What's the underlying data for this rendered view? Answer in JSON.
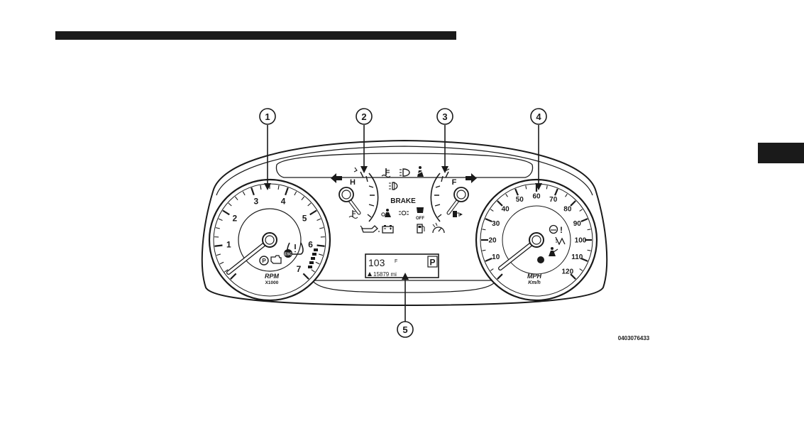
{
  "callouts": [
    "1",
    "2",
    "3",
    "4",
    "5"
  ],
  "tachometer": {
    "ticks": [
      "1",
      "2",
      "3",
      "4",
      "5",
      "6",
      "7"
    ],
    "unit": "RPM",
    "multiplier": "X1000"
  },
  "temperature_gauge": {
    "high_label": "H"
  },
  "fuel_gauge": {
    "full_label": "F"
  },
  "warning_text": {
    "brake": "BRAKE",
    "off": "OFF"
  },
  "speedometer": {
    "mph_ticks": [
      "10",
      "20",
      "30",
      "40",
      "50",
      "60",
      "70",
      "80",
      "90",
      "100",
      "110",
      "120"
    ],
    "unit": "MPH",
    "sub_unit": "Km/h"
  },
  "display": {
    "temperature": "103",
    "temperature_unit": "F",
    "gear": "P",
    "odometer": "15879 mi"
  },
  "figure_id": "0403076433",
  "icons": [
    "left-turn-signal-icon",
    "right-turn-signal-icon",
    "coolant-temp-icon",
    "headlight-icon",
    "seatbelt-icon",
    "fog-light-icon",
    "tire-pressure-icon",
    "parking-brake-icon",
    "check-engine-icon",
    "esc-icon",
    "oil-pressure-icon",
    "battery-icon",
    "fuel-pump-icon",
    "cruise-icon",
    "airbag-icon",
    "traction-off-icon"
  ],
  "colors": {
    "ink": "#1a1a1a",
    "background": "#ffffff"
  }
}
